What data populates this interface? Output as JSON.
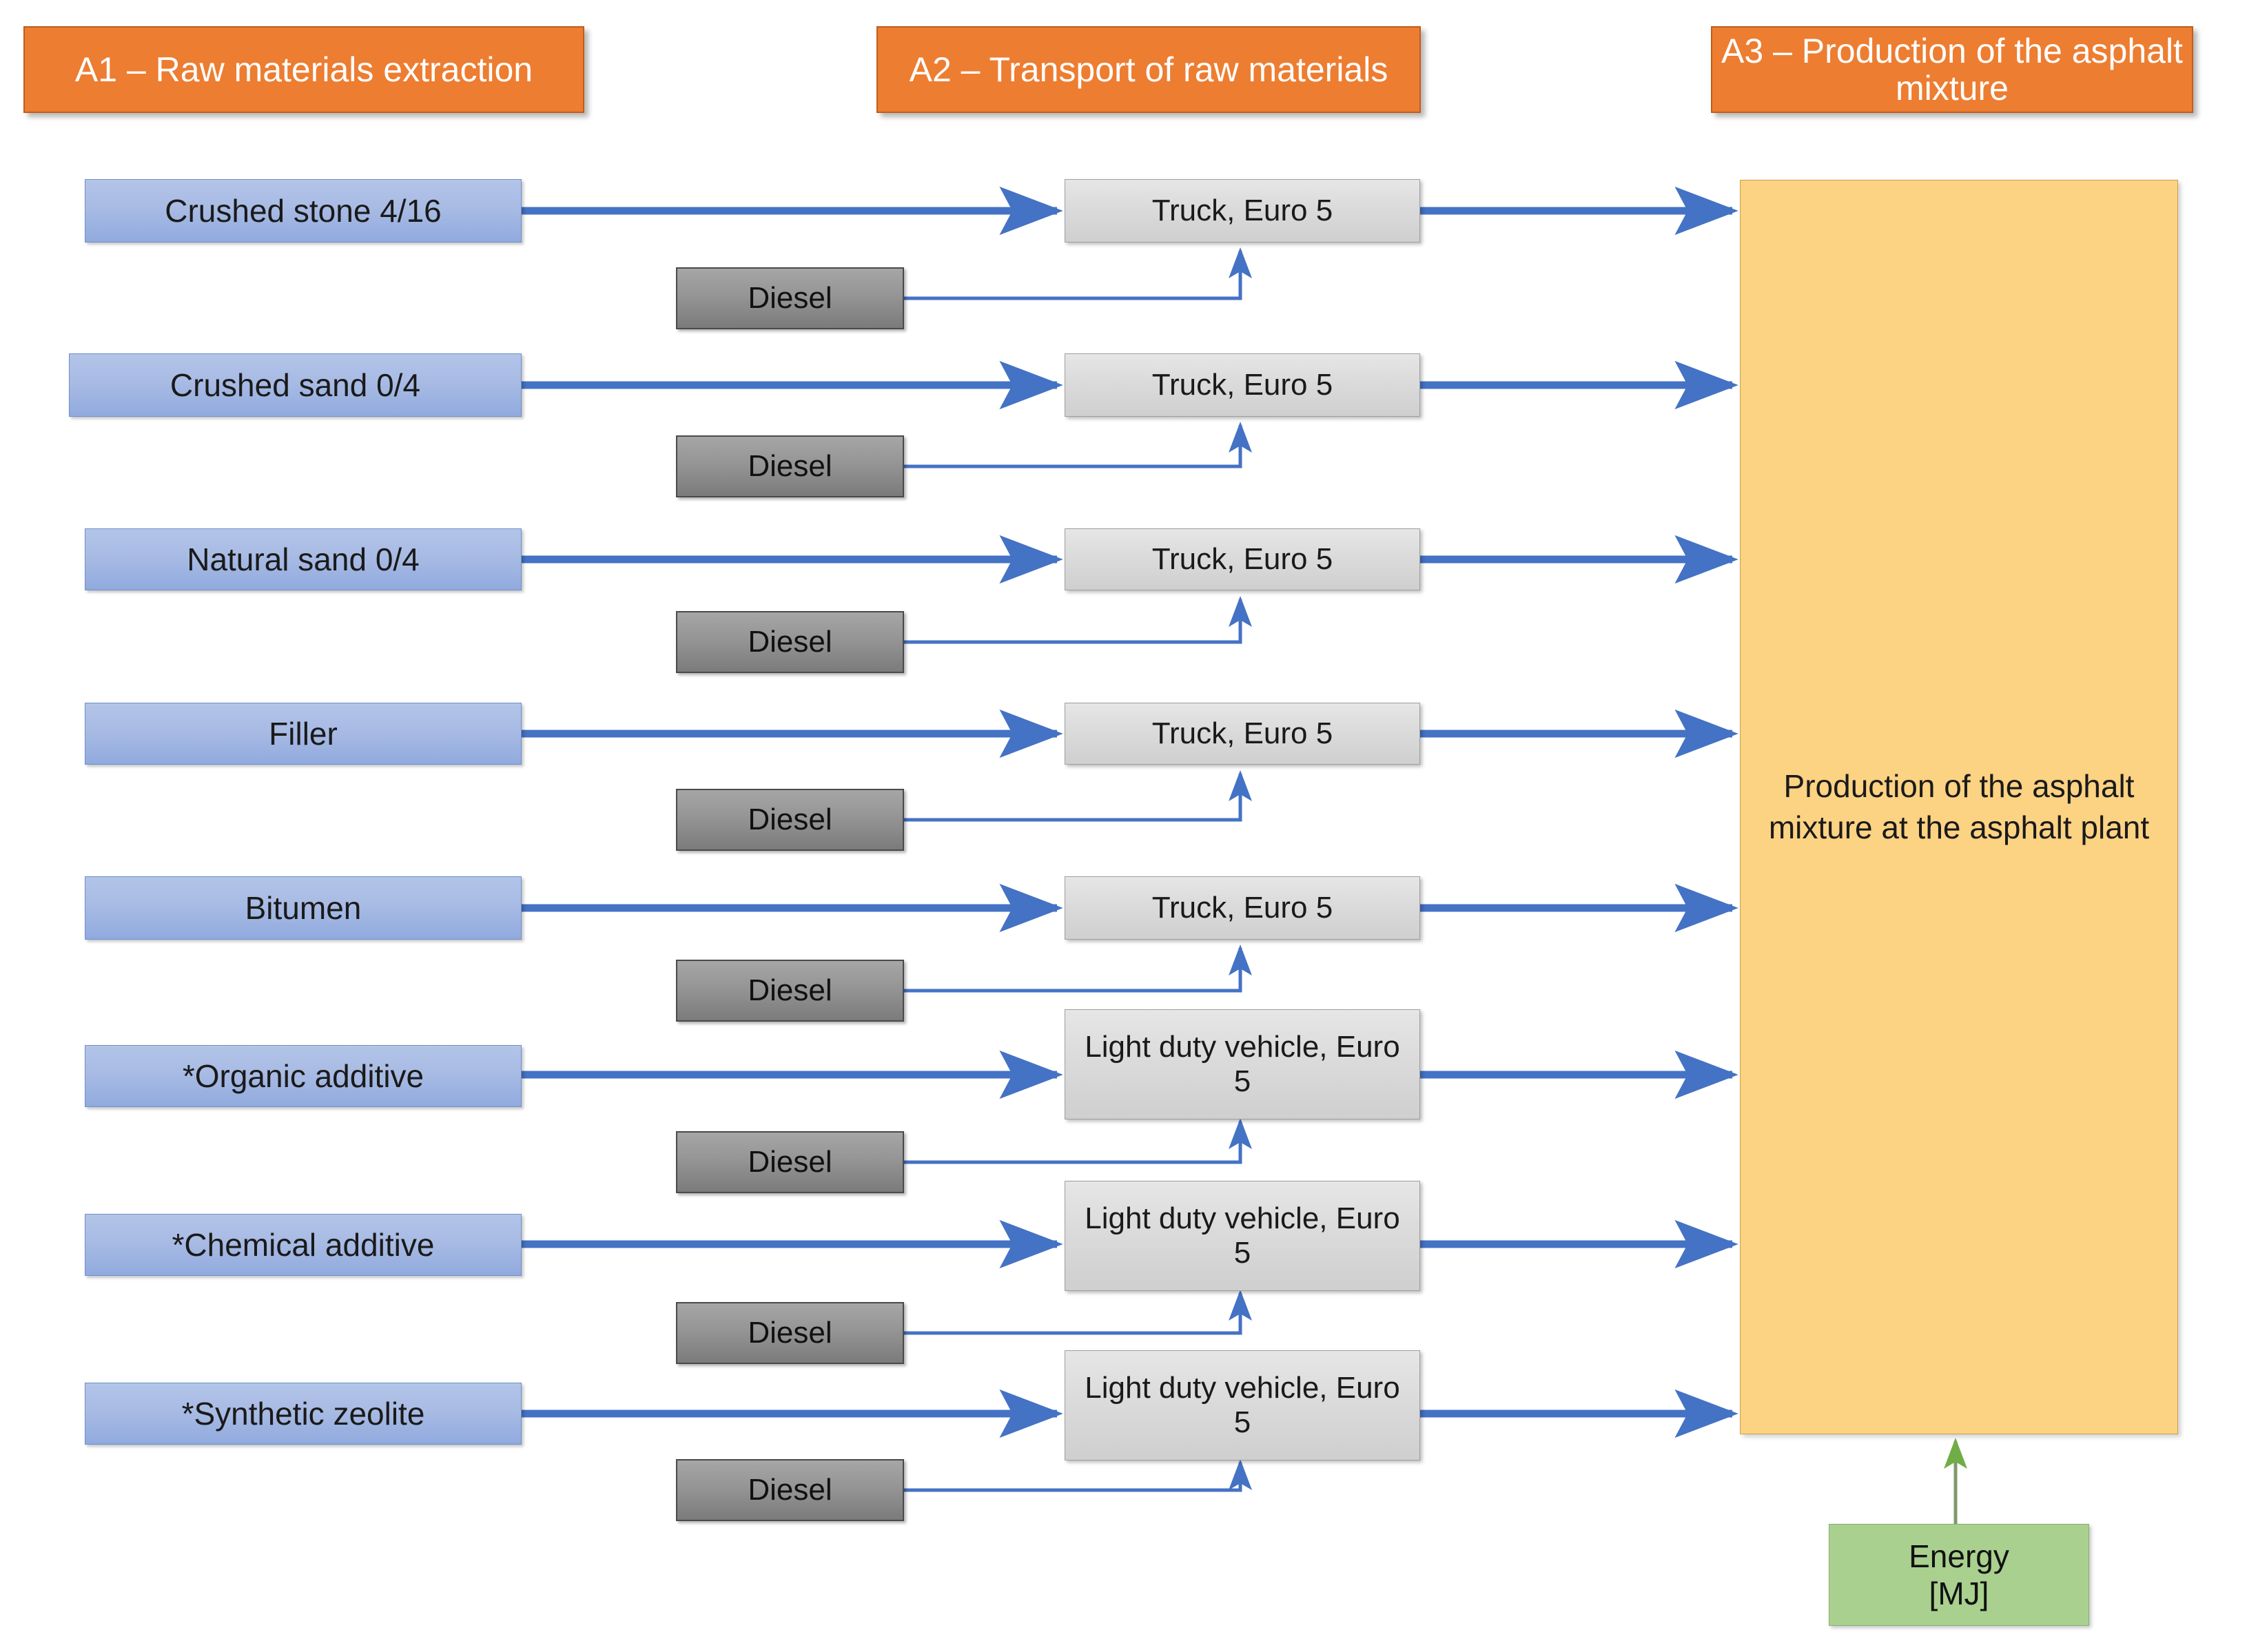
{
  "diagram": {
    "title": "Asphalt mixture LCA system boundary A1-A3",
    "colors": {
      "stage_header": "#ED7D31",
      "raw_material": "#A8BBE4",
      "vehicle": "#DCDCDC",
      "fuel": "#959595",
      "production": "#FCD283",
      "energy": "#A9D08E",
      "flow_arrow": "#4472C4",
      "energy_arrow": "#70AD47"
    }
  },
  "stages": [
    {
      "id": "A1",
      "label": "A1 – Raw materials extraction"
    },
    {
      "id": "A2",
      "label": "A2 – Transport of raw materials"
    },
    {
      "id": "A3",
      "label": "A3 – Production of the asphalt mixture"
    }
  ],
  "rows": [
    {
      "material": "Crushed stone 4/16",
      "vehicle": "Truck, Euro 5",
      "fuel": "Diesel"
    },
    {
      "material": "Crushed sand 0/4",
      "vehicle": "Truck, Euro 5",
      "fuel": "Diesel"
    },
    {
      "material": "Natural sand 0/4",
      "vehicle": "Truck, Euro 5",
      "fuel": "Diesel"
    },
    {
      "material": "Filler",
      "vehicle": "Truck, Euro 5",
      "fuel": "Diesel"
    },
    {
      "material": "Bitumen",
      "vehicle": "Truck, Euro 5",
      "fuel": "Diesel"
    },
    {
      "material": "*Organic additive",
      "vehicle": "Light duty vehicle, Euro 5",
      "fuel": "Diesel"
    },
    {
      "material": "*Chemical additive",
      "vehicle": "Light duty vehicle, Euro 5",
      "fuel": "Diesel"
    },
    {
      "material": "*Synthetic zeolite",
      "vehicle": "Light duty vehicle, Euro 5",
      "fuel": "Diesel"
    }
  ],
  "production": {
    "label": "Production of the asphalt mixture at the asphalt plant"
  },
  "energy": {
    "label": "Energy [MJ]",
    "line1": "Energy",
    "line2": "[MJ]"
  }
}
